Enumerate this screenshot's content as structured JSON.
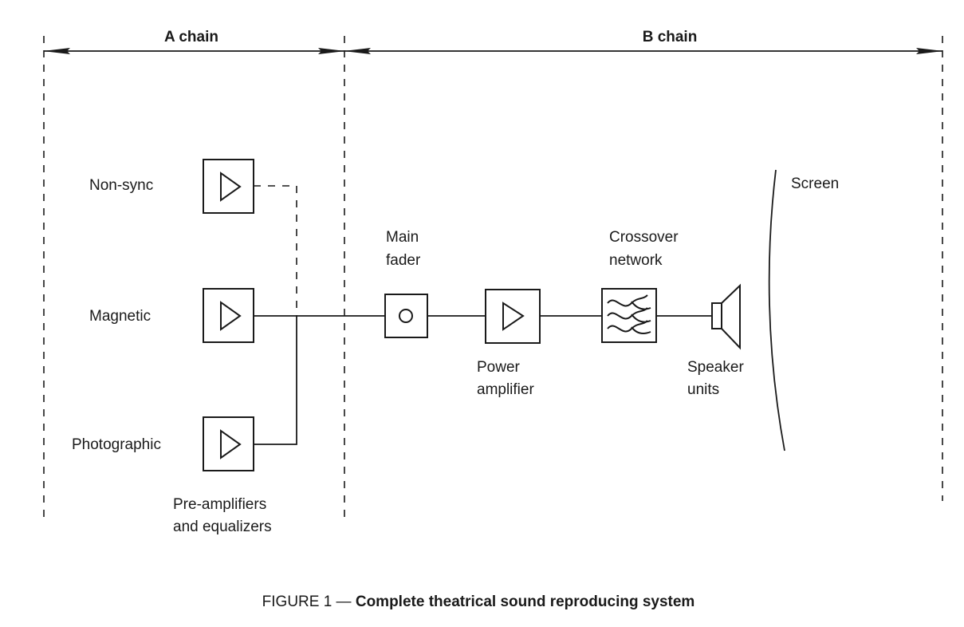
{
  "headers": {
    "a_chain": "A chain",
    "b_chain": "B chain"
  },
  "inputs": {
    "non_sync": "Non-sync",
    "magnetic": "Magnetic",
    "photographic": "Photographic"
  },
  "preamp_label": [
    "Pre-amplifiers",
    "and equalizers"
  ],
  "main_fader_label": [
    "Main",
    "fader"
  ],
  "power_amp_label": [
    "Power",
    "amplifier"
  ],
  "crossover_label": [
    "Crossover",
    "network"
  ],
  "speaker_label": [
    "Speaker",
    "units"
  ],
  "screen_label": "Screen",
  "caption": {
    "prefix": "FIGURE 1 — ",
    "text": "Complete theatrical sound reproducing system"
  },
  "icons": [
    "amplifier-triangle-icon",
    "fader-knob-icon",
    "crossover-wave-icon",
    "speaker-icon"
  ],
  "colors": {
    "ink": "#1a1a1a",
    "background": "#ffffff"
  }
}
